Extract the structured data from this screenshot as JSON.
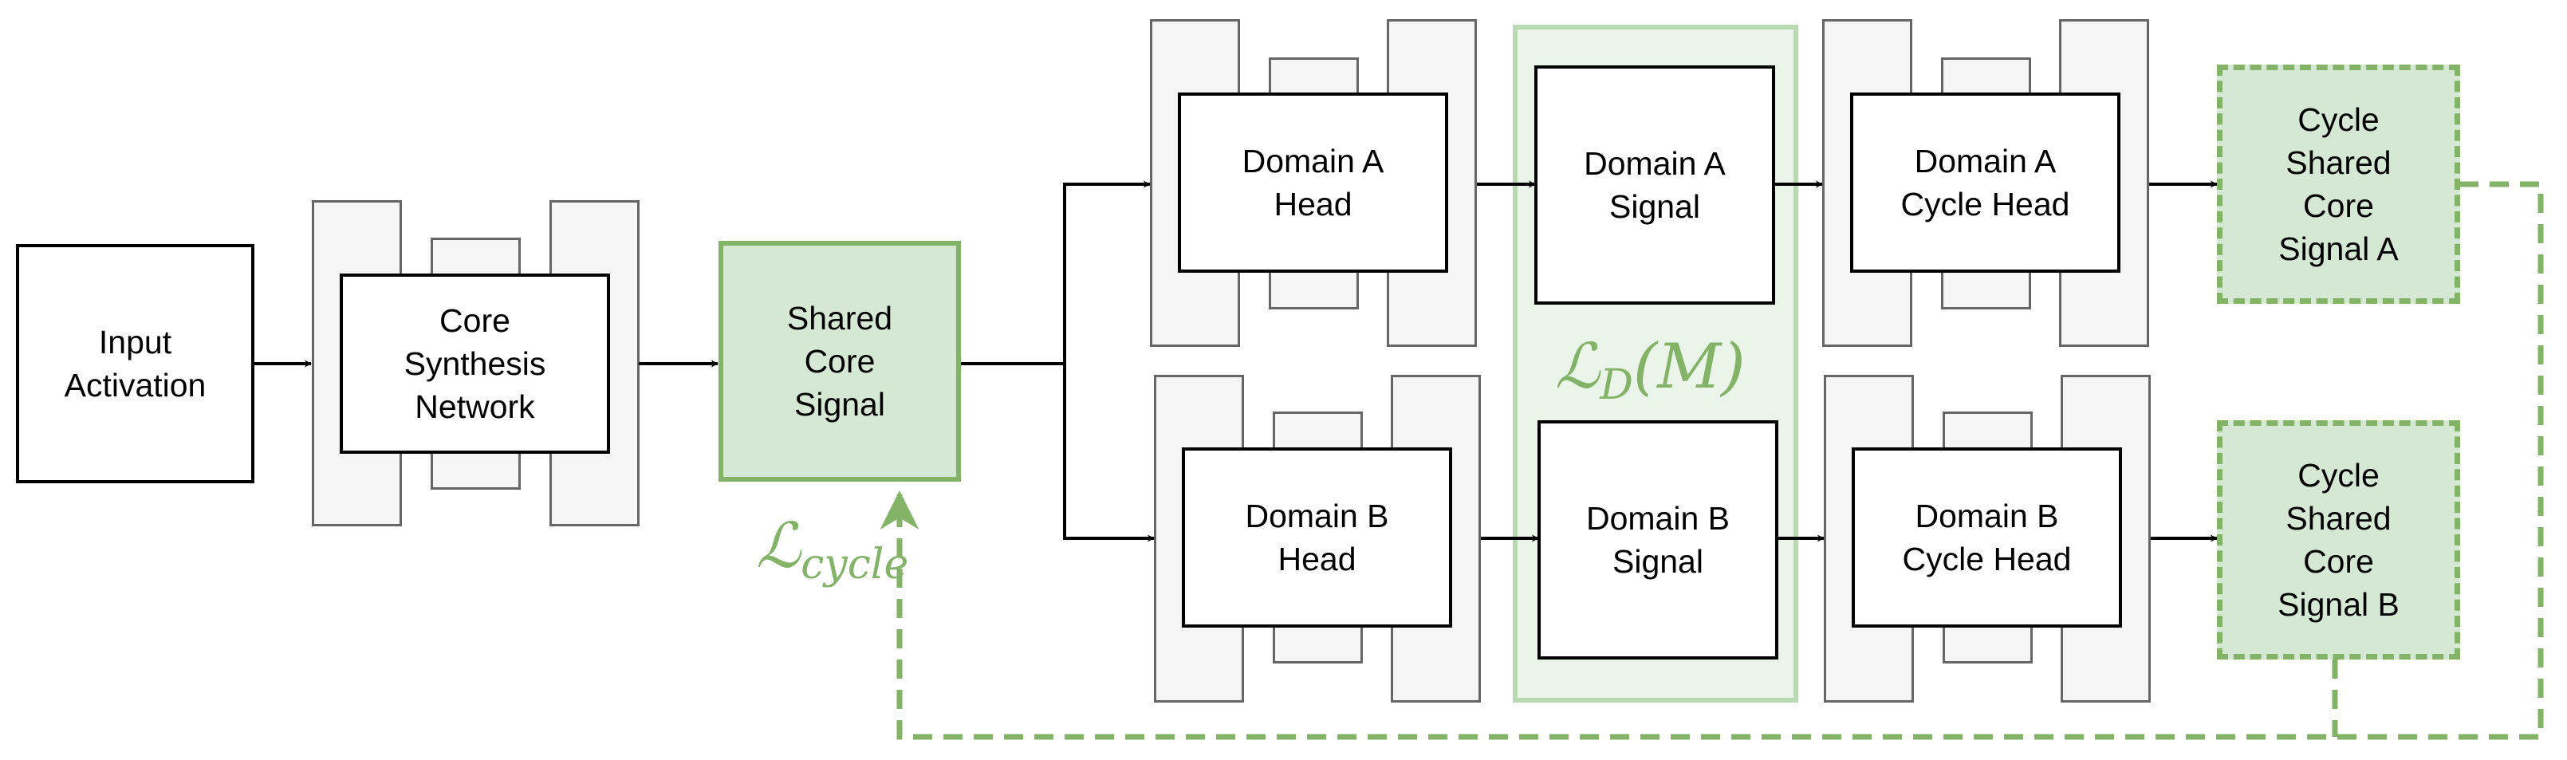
{
  "colors": {
    "accent_green": "#82b366",
    "green_fill": "#d5e8d4",
    "band_fill": "#eaf4e8",
    "gray_fill": "#f5f5f5",
    "gray_stroke": "#666666"
  },
  "nodes": {
    "input_activation": "Input\nActivation",
    "core_synthesis": "Core\nSynthesis\nNetwork",
    "shared_core_signal": "Shared\nCore\nSignal",
    "domain_a_head": "Domain A\nHead",
    "domain_b_head": "Domain B\nHead",
    "domain_a_signal": "Domain A\nSignal",
    "domain_b_signal": "Domain B\nSignal",
    "domain_a_cycle_head": "Domain A\nCycle Head",
    "domain_b_cycle_head": "Domain B\nCycle Head",
    "cycle_shared_a": "Cycle\nShared\nCore\nSignal A",
    "cycle_shared_b": "Cycle\nShared\nCore\nSignal B"
  },
  "losses": {
    "cycle_symbol": "ℒ",
    "cycle_subscript": "cycle",
    "domain_symbol": "ℒ",
    "domain_subscript": "D",
    "domain_argument": "(M)"
  }
}
